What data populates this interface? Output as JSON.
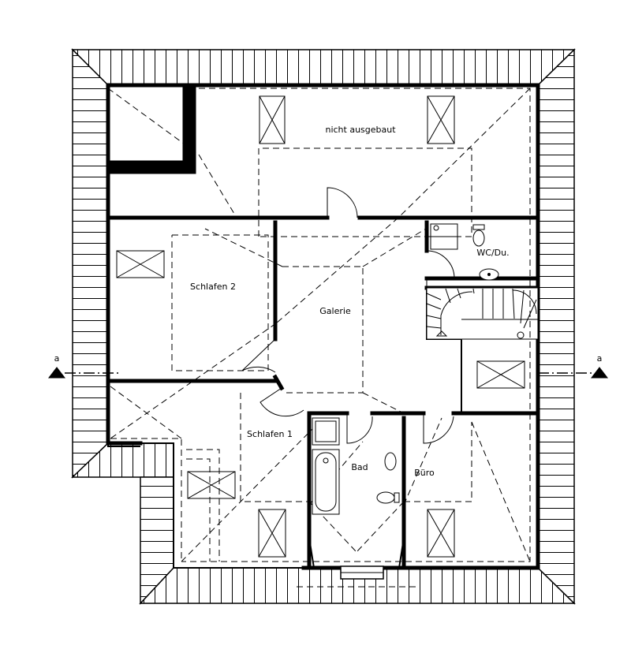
{
  "rooms": {
    "attic": "nicht ausgebaut",
    "bedroom2": "Schlafen 2",
    "gallery": "Galerie",
    "wc": "WC/Du.",
    "bedroom1": "Schlafen 1",
    "bath": "Bad",
    "office": "Büro"
  },
  "section_markers": {
    "left": "a",
    "right": "a"
  },
  "colors": {
    "ink": "#000000",
    "paper": "#ffffff"
  }
}
